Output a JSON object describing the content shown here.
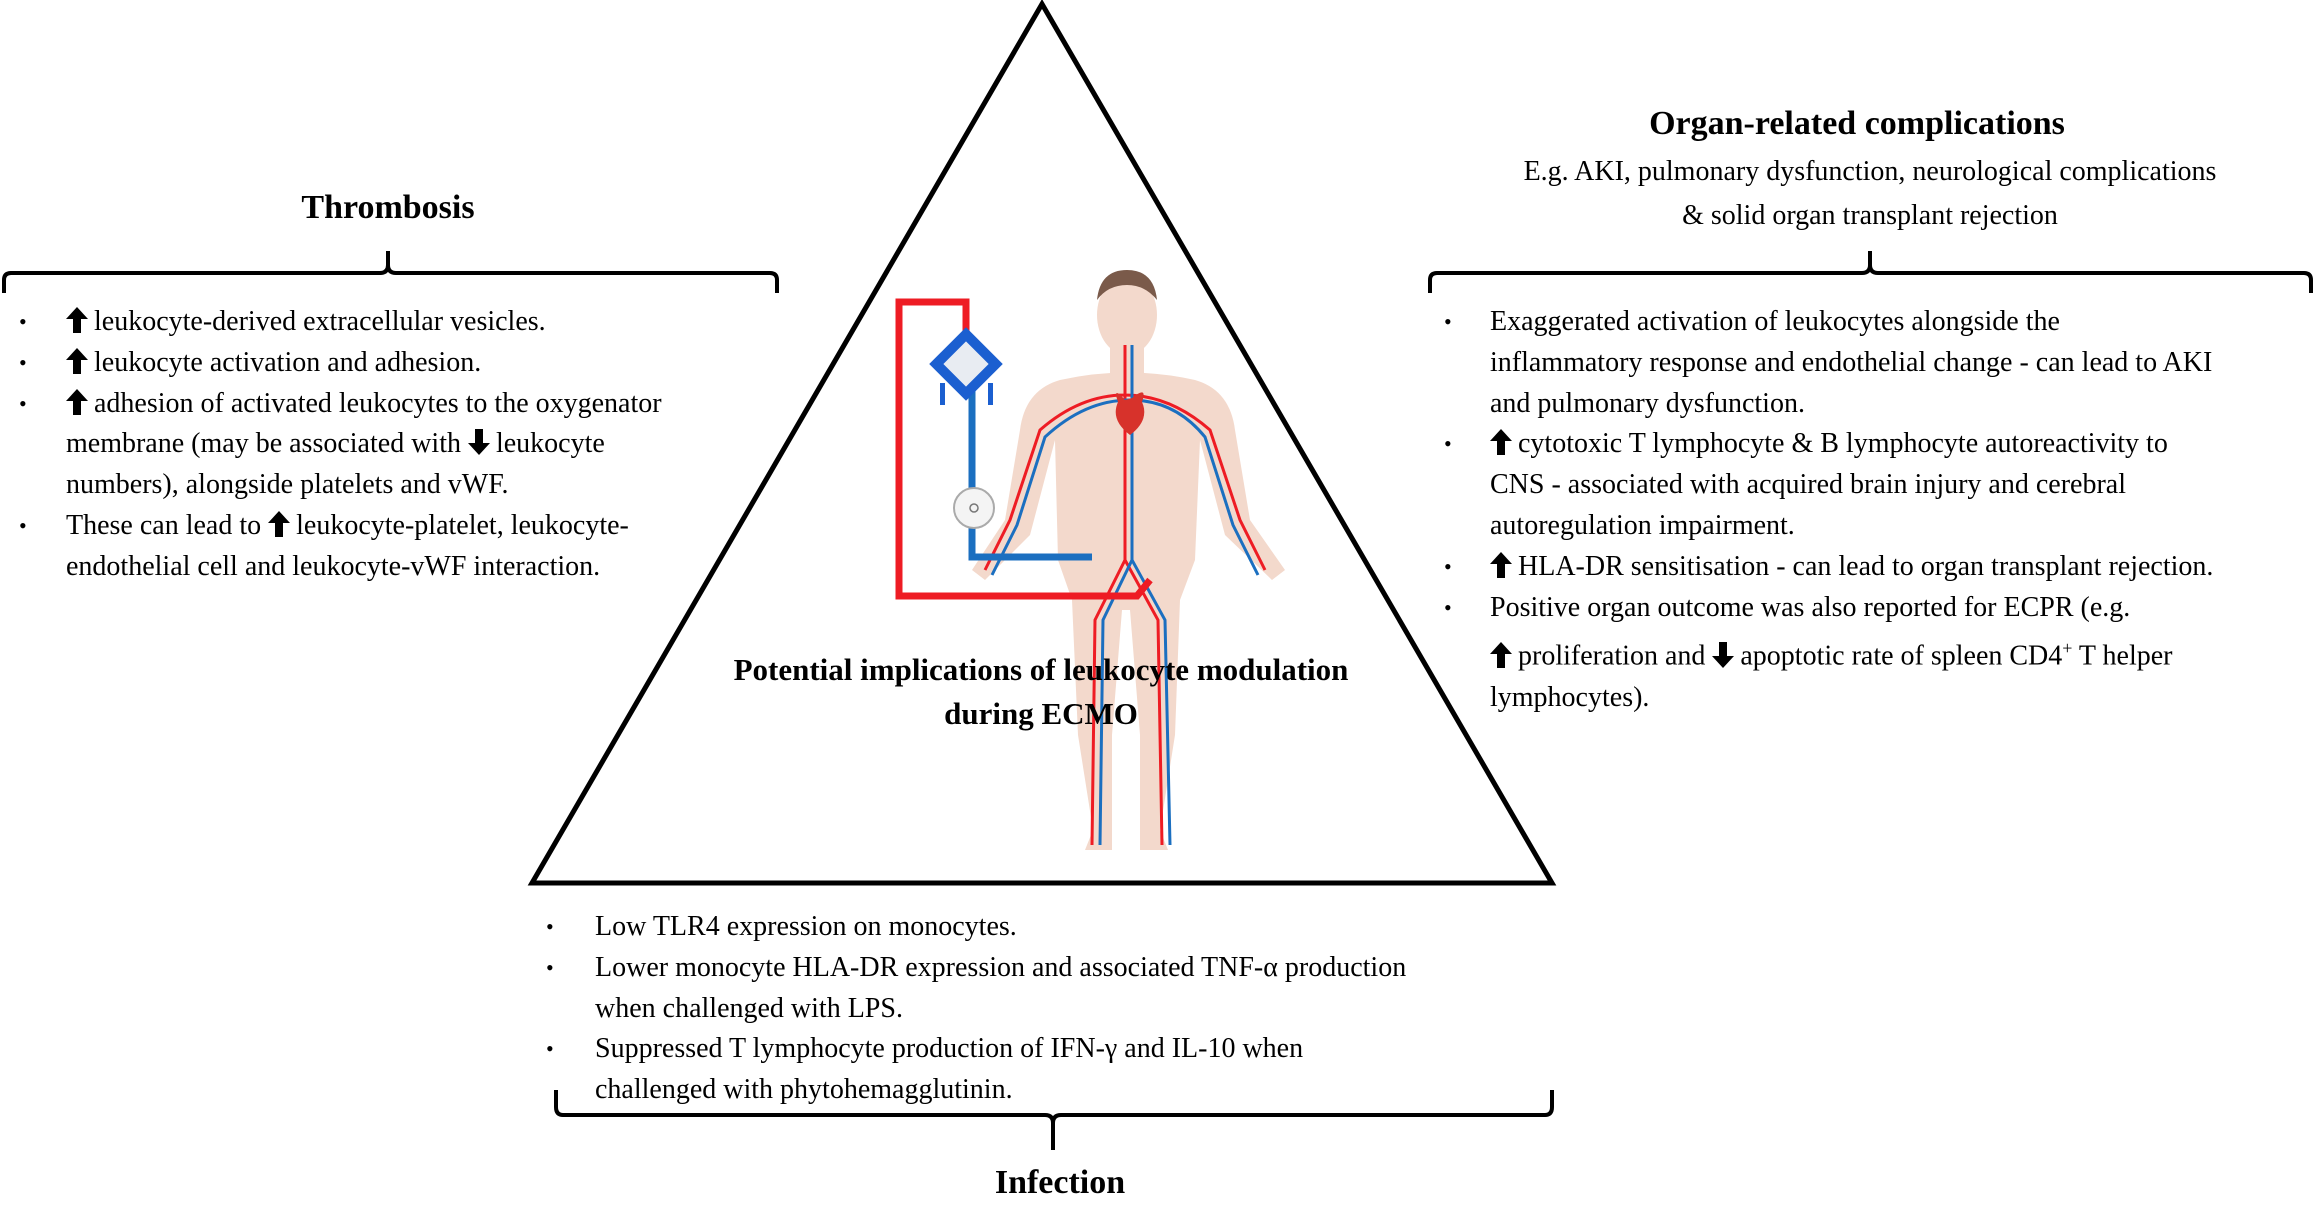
{
  "center": {
    "title_lines": [
      "Potential implications of leukocyte modulation",
      "during ECMO"
    ]
  },
  "colors": {
    "arterial": "#ee1c24",
    "venous": "#1b6fc0",
    "skin": "#f3d9cc",
    "outline": "#000000"
  },
  "thrombosis": {
    "title": "Thrombosis",
    "items": [
      {
        "lines": [
          [
            {
              "icon": "up"
            },
            "leukocyte-derived extracellular vesicles."
          ]
        ]
      },
      {
        "lines": [
          [
            {
              "icon": "up"
            },
            "leukocyte activation and adhesion."
          ]
        ]
      },
      {
        "lines": [
          [
            {
              "icon": "up"
            },
            "adhesion of activated leukocytes to the oxygenator"
          ],
          [
            "membrane (may be associated with ",
            {
              "icon": "down"
            },
            "leukocyte"
          ],
          [
            "numbers), alongside platelets and vWF."
          ]
        ]
      },
      {
        "lines": [
          [
            "These can lead to ",
            {
              "icon": "up"
            },
            "leukocyte-platelet, leukocyte-"
          ],
          [
            "endothelial cell and leukocyte-vWF interaction."
          ]
        ]
      }
    ]
  },
  "organ": {
    "title": "Organ-related complications",
    "subtitle_lines": [
      "E.g. AKI, pulmonary dysfunction, neurological complications",
      "&  solid organ transplant rejection"
    ],
    "items": [
      {
        "lines": [
          [
            "Exaggerated activation of leukocytes alongside the"
          ],
          [
            "inflammatory response and endothelial change - can lead to AKI"
          ],
          [
            "and pulmonary dysfunction."
          ]
        ]
      },
      {
        "lines": [
          [
            {
              "icon": "up"
            },
            "cytotoxic T lymphocyte & B lymphocyte autoreactivity to"
          ],
          [
            "CNS - associated with acquired brain injury and cerebral"
          ],
          [
            "autoregulation impairment."
          ]
        ]
      },
      {
        "lines": [
          [
            {
              "icon": "up"
            },
            "HLA-DR sensitisation - can lead to organ transplant rejection."
          ]
        ]
      },
      {
        "lines": [
          [
            "Positive organ outcome was also reported for ECPR (e.g."
          ],
          [
            {
              "icon": "up"
            },
            "proliferation and ",
            {
              "icon": "down"
            },
            "apoptotic rate of spleen CD4",
            {
              "sup": "+"
            },
            " T helper"
          ],
          [
            "lymphocytes)."
          ]
        ]
      }
    ]
  },
  "infection": {
    "title": "Infection",
    "items": [
      {
        "lines": [
          [
            "Low TLR4 expression on monocytes."
          ]
        ]
      },
      {
        "lines": [
          [
            "Lower monocyte HLA-DR expression and associated TNF-α production"
          ],
          [
            "when challenged with LPS."
          ]
        ]
      },
      {
        "lines": [
          [
            "Suppressed T lymphocyte production of IFN-γ and IL-10 when"
          ],
          [
            "challenged with phytohemagglutinin."
          ]
        ]
      }
    ]
  },
  "bullet_char": "•"
}
